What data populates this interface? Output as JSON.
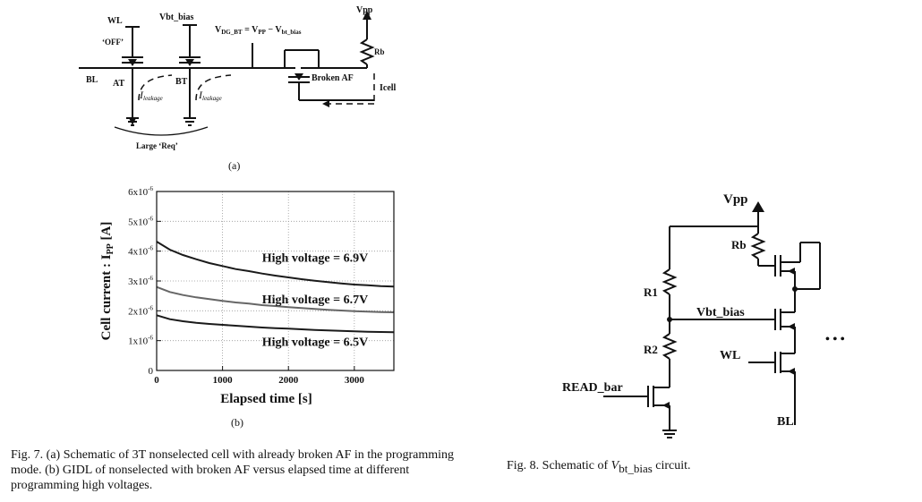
{
  "fig7a": {
    "wl": "WL",
    "vbt_bias": "Vbt_bias",
    "off": "‘OFF’",
    "vdg_equation": "V",
    "vdg_sub": "DG_BT",
    "vdg_eq_mid": " = V",
    "vpp_sub": "PP",
    "vdg_eq_minus": " − V",
    "vbt_sub": "bt_bias",
    "vpp": "Vpp",
    "rb": "Rb",
    "bl": "BL",
    "at": "AT",
    "bt": "BT",
    "broken_af": "Broken AF",
    "icell": "Icell",
    "ileak_i": "I",
    "ileak_sub": "leakage",
    "large_req": "Large ‘Req’",
    "panel_label": "(a)"
  },
  "chart_data": {
    "type": "line",
    "panel_label": "(b)",
    "xlabel": "Elapsed time [s]",
    "ylabel_main": "Cell current : I",
    "ylabel_sub": "PP",
    "ylabel_unit": " [A]",
    "xlim": [
      0,
      3600
    ],
    "ylim": [
      0,
      6e-06
    ],
    "x_ticks": [
      {
        "value": 0,
        "label": "0"
      },
      {
        "value": 1000,
        "label": "1000"
      },
      {
        "value": 2000,
        "label": "2000"
      },
      {
        "value": 3000,
        "label": "3000"
      }
    ],
    "y_ticks": [
      {
        "value": 0,
        "label": "0",
        "exp": ""
      },
      {
        "value": 1e-06,
        "label": "1x10",
        "exp": "-6"
      },
      {
        "value": 2e-06,
        "label": "2x10",
        "exp": "-6"
      },
      {
        "value": 3e-06,
        "label": "3x10",
        "exp": "-6"
      },
      {
        "value": 4e-06,
        "label": "4x10",
        "exp": "-6"
      },
      {
        "value": 5e-06,
        "label": "5x10",
        "exp": "-6"
      },
      {
        "value": 6e-06,
        "label": "6x10",
        "exp": "-6"
      }
    ],
    "grid": true,
    "x": [
      0,
      200,
      400,
      600,
      800,
      1000,
      1200,
      1400,
      1600,
      1800,
      2000,
      2200,
      2400,
      2600,
      2800,
      3000,
      3200,
      3400,
      3600
    ],
    "series": [
      {
        "name": "High voltage = 6.9V",
        "color": "#1a1a1a",
        "label_at": [
          1600,
          3.65e-06
        ],
        "values": [
          4.32e-06,
          4.05e-06,
          3.87e-06,
          3.73e-06,
          3.6e-06,
          3.5e-06,
          3.4e-06,
          3.33e-06,
          3.25e-06,
          3.18e-06,
          3.12e-06,
          3.06e-06,
          3.01e-06,
          2.96e-06,
          2.92e-06,
          2.88e-06,
          2.86e-06,
          2.83e-06,
          2.81e-06
        ]
      },
      {
        "name": "High voltage = 6.7V",
        "color": "#666666",
        "label_at": [
          1600,
          2.25e-06
        ],
        "values": [
          2.8e-06,
          2.63e-06,
          2.53e-06,
          2.45e-06,
          2.39e-06,
          2.33e-06,
          2.28e-06,
          2.24e-06,
          2.19e-06,
          2.16e-06,
          2.12e-06,
          2.09e-06,
          2.06e-06,
          2.03e-06,
          2.01e-06,
          1.99e-06,
          1.97e-06,
          1.96e-06,
          1.95e-06
        ]
      },
      {
        "name": "High voltage = 6.5V",
        "color": "#1a1a1a",
        "label_at": [
          1600,
          8.2e-07
        ],
        "values": [
          1.85e-06,
          1.72e-06,
          1.65e-06,
          1.6e-06,
          1.56e-06,
          1.53e-06,
          1.5e-06,
          1.47e-06,
          1.44e-06,
          1.42e-06,
          1.4e-06,
          1.38e-06,
          1.36e-06,
          1.34e-06,
          1.33e-06,
          1.31e-06,
          1.3e-06,
          1.29e-06,
          1.28e-06
        ]
      }
    ]
  },
  "fig8": {
    "vpp": "Vpp",
    "rb": "Rb",
    "r1": "R1",
    "r2": "R2",
    "vbt_bias": "Vbt_bias",
    "wl": "WL",
    "read_bar": "READ_bar",
    "bl": "BL",
    "dots": "•   •   •"
  },
  "captions": {
    "fig7": "Fig. 7.  (a) Schematic of 3T nonselected cell with already broken AF in the programming mode. (b) GIDL of nonselected with broken AF versus elapsed time at different programming high voltages.",
    "fig8_prefix": "Fig. 8.  Schematic of ",
    "fig8_v": "V",
    "fig8_sub": "bt_bias",
    "fig8_suffix": " circuit."
  }
}
